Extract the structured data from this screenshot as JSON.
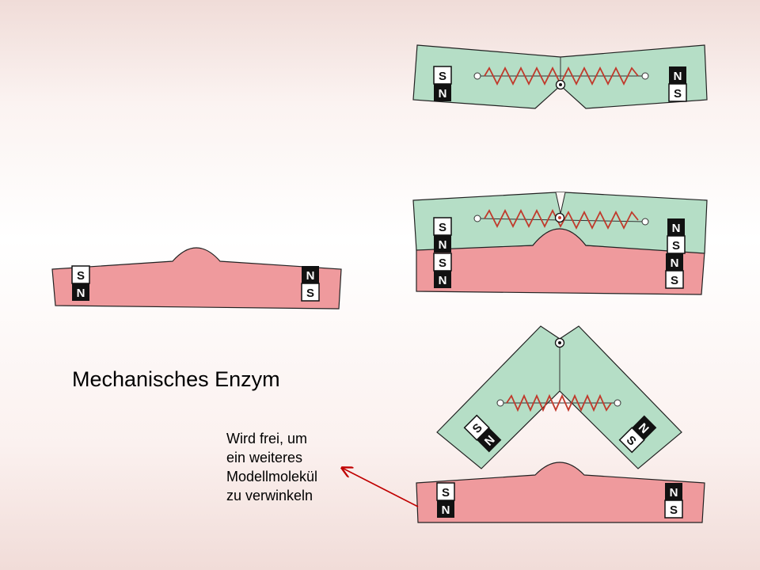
{
  "title": "Mechanisches Enzym",
  "note_lines": [
    "Wird frei, um",
    "ein weiteres",
    "Modellmolekül",
    "zu verwinkeln"
  ],
  "magnet_letters": {
    "south": "S",
    "north": "N"
  },
  "colors": {
    "enzyme": "#ef9a9d",
    "substrate": "#b5dec6",
    "spring": "#c0392b",
    "arrow": "#c00000",
    "magnet": "#111111"
  },
  "icons": [
    "magnet-block",
    "spring-zigzag",
    "hinge-pivot",
    "pointer-arrow"
  ]
}
